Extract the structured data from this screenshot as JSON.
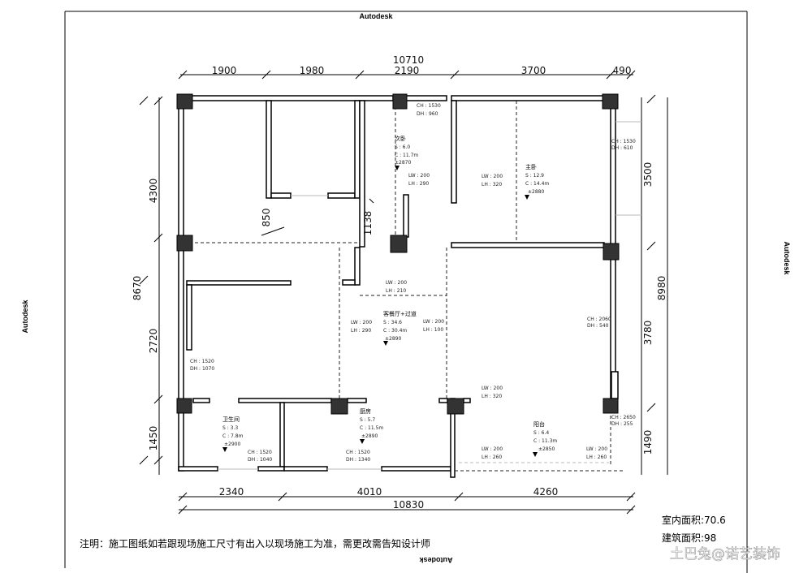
{
  "brand": {
    "top": "Autodesk",
    "left": "Autodesk",
    "right": "Autodesk",
    "bottom": "Autodesk"
  },
  "dims": {
    "top_total": "10710",
    "top": [
      "1900",
      "1980",
      "2190",
      "3700",
      "490"
    ],
    "left_total": "8670",
    "left": [
      "4300",
      "2720",
      "1450"
    ],
    "right_total": "8980",
    "right": [
      "3500",
      "3780",
      "1490"
    ],
    "bottom_total": "10830",
    "bottom": [
      "2340",
      "4010",
      "4260"
    ],
    "inner_850": "850",
    "inner_1138": "1138"
  },
  "rooms": {
    "second_bedroom": {
      "name": "次卧",
      "s": "S : 6.0",
      "c": "C : 11.7m",
      "h": "±2870",
      "lw": "LW : 200",
      "lh": "LH : 290",
      "ch": "CH : 1530",
      "dh": "DH : 960"
    },
    "master_bedroom": {
      "name": "主卧",
      "s": "S : 12.9",
      "c": "C : 14.4m",
      "h": "±2880",
      "lw": "LW : 200",
      "lh": "LH : 320",
      "ch": "CH : 1530",
      "dh": "DH : 610"
    },
    "living": {
      "name": "客餐厅+过道",
      "s": "S : 34.6",
      "c": "C : 30.4m",
      "h": "±2890",
      "lw": "LW : 200",
      "lh": "LH : 290",
      "lw2": "LW : 200",
      "lh2": "LH : 100",
      "lw3": "LW : 200",
      "lh3": "LH : 210",
      "ch": "CH : 1520",
      "dh": "DH : 1070"
    },
    "bathroom": {
      "name": "卫生间",
      "s": "S : 3.3",
      "c": "C : 7.8m",
      "h": "±2900",
      "ch": "CH : 1520",
      "dh": "DH : 1040"
    },
    "kitchen": {
      "name": "厨房",
      "s": "S : 5.7",
      "c": "C : 11.5m",
      "h": "±2890",
      "ch": "CH : 1520",
      "dh": "DH : 1340"
    },
    "balcony": {
      "name": "阳台",
      "s": "S : 6.4",
      "c": "C : 11.3m",
      "h": "±2850",
      "lw": "LW : 200",
      "lh": "LH : 260",
      "lw2": "LW : 200",
      "lh2": "LH : 260",
      "lw3": "LW : 200",
      "lh3": "LH : 320",
      "ch": "CH : 2060",
      "dh": "DH : 540",
      "ch2": "CH : 2650",
      "dh2": "DH : 255"
    }
  },
  "note": "注明：施工图纸如若跟现场施工尺寸有出入以现场施工为准，需更改需告知设计师",
  "area": {
    "indoor": "室内面积:70.6",
    "building": "建筑面积:98"
  },
  "watermark": "土巴兔@诺艺装饰"
}
